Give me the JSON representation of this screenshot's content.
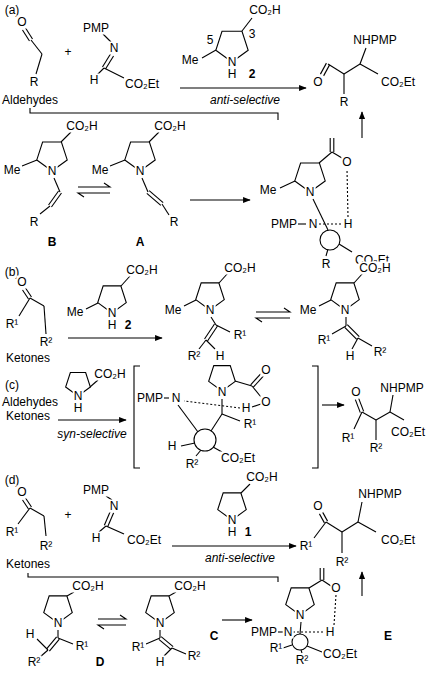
{
  "diagram": {
    "labels": [
      "(a)",
      "O",
      "R",
      "Aldehydes",
      "+",
      "PMP",
      "N",
      "H",
      "CO₂Et",
      "CO₂H",
      "3",
      "5",
      "Me",
      "N",
      "H",
      "2",
      "anti-selective",
      "O",
      "NHPMP",
      "CO₂Et",
      "R",
      "CO₂H",
      "Me",
      "N",
      "R",
      "B",
      "CO₂H",
      "Me",
      "N",
      "R",
      "A",
      "O",
      "Me",
      "N",
      "PMP",
      "N",
      "H",
      "R",
      "CO₂Et",
      "(b)",
      "O",
      "R¹",
      "R²",
      "Ketones",
      "CO₂H",
      "Me",
      "N",
      "H",
      "2",
      "CO₂H",
      "Me",
      "N",
      "R¹",
      "R²",
      "H",
      "CO₂H",
      "Me",
      "N",
      "R¹",
      "H",
      "R²",
      "(c)",
      "Aldehydes",
      "Ketones",
      "N",
      "H",
      "CO₂H",
      "syn-selective",
      "PMP",
      "N",
      "N",
      "O",
      "O",
      "H",
      "R¹",
      "H",
      "R²",
      "CO₂Et",
      "O",
      "NHPMP",
      "R¹",
      "R²",
      "CO₂Et",
      "(d)",
      "O",
      "R¹",
      "R²",
      "+",
      "PMP",
      "N",
      "H",
      "CO₂Et",
      "CO₂H",
      "N",
      "H",
      "1",
      "anti-selective",
      "O",
      "NHPMP",
      "R¹",
      "R²",
      "CO₂Et",
      "Ketones",
      "CO₂H",
      "N",
      "H",
      "R²",
      "R¹",
      "D",
      "CO₂H",
      "N",
      "R¹",
      "H",
      "R²",
      "C",
      "O",
      "N",
      "PMP",
      "N",
      "H",
      "R¹",
      "R²",
      "CO₂Et",
      "E"
    ]
  }
}
